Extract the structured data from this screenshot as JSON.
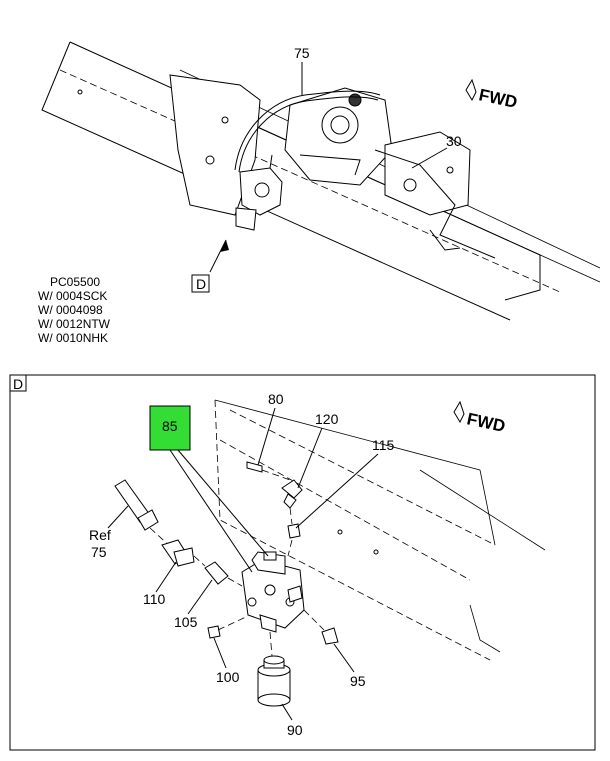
{
  "overview": {
    "labels": {
      "l75": "75",
      "l30": "30",
      "fwd": "FWD",
      "detail_ref": "D"
    },
    "notes": [
      "PC05500",
      "W/ 0004SCK",
      "W/ 0004098",
      "W/ 0012NTW",
      "W/ 0010NHK"
    ]
  },
  "detail": {
    "frame_label": "D",
    "fwd": "FWD",
    "highlight": {
      "label": "85",
      "color": "#33dd33"
    },
    "callouts": {
      "c80": "80",
      "c120": "120",
      "c115": "115",
      "ref": "Ref",
      "c75": "75",
      "c110": "110",
      "c105": "105",
      "c100": "100",
      "c95": "95",
      "c90": "90"
    }
  }
}
